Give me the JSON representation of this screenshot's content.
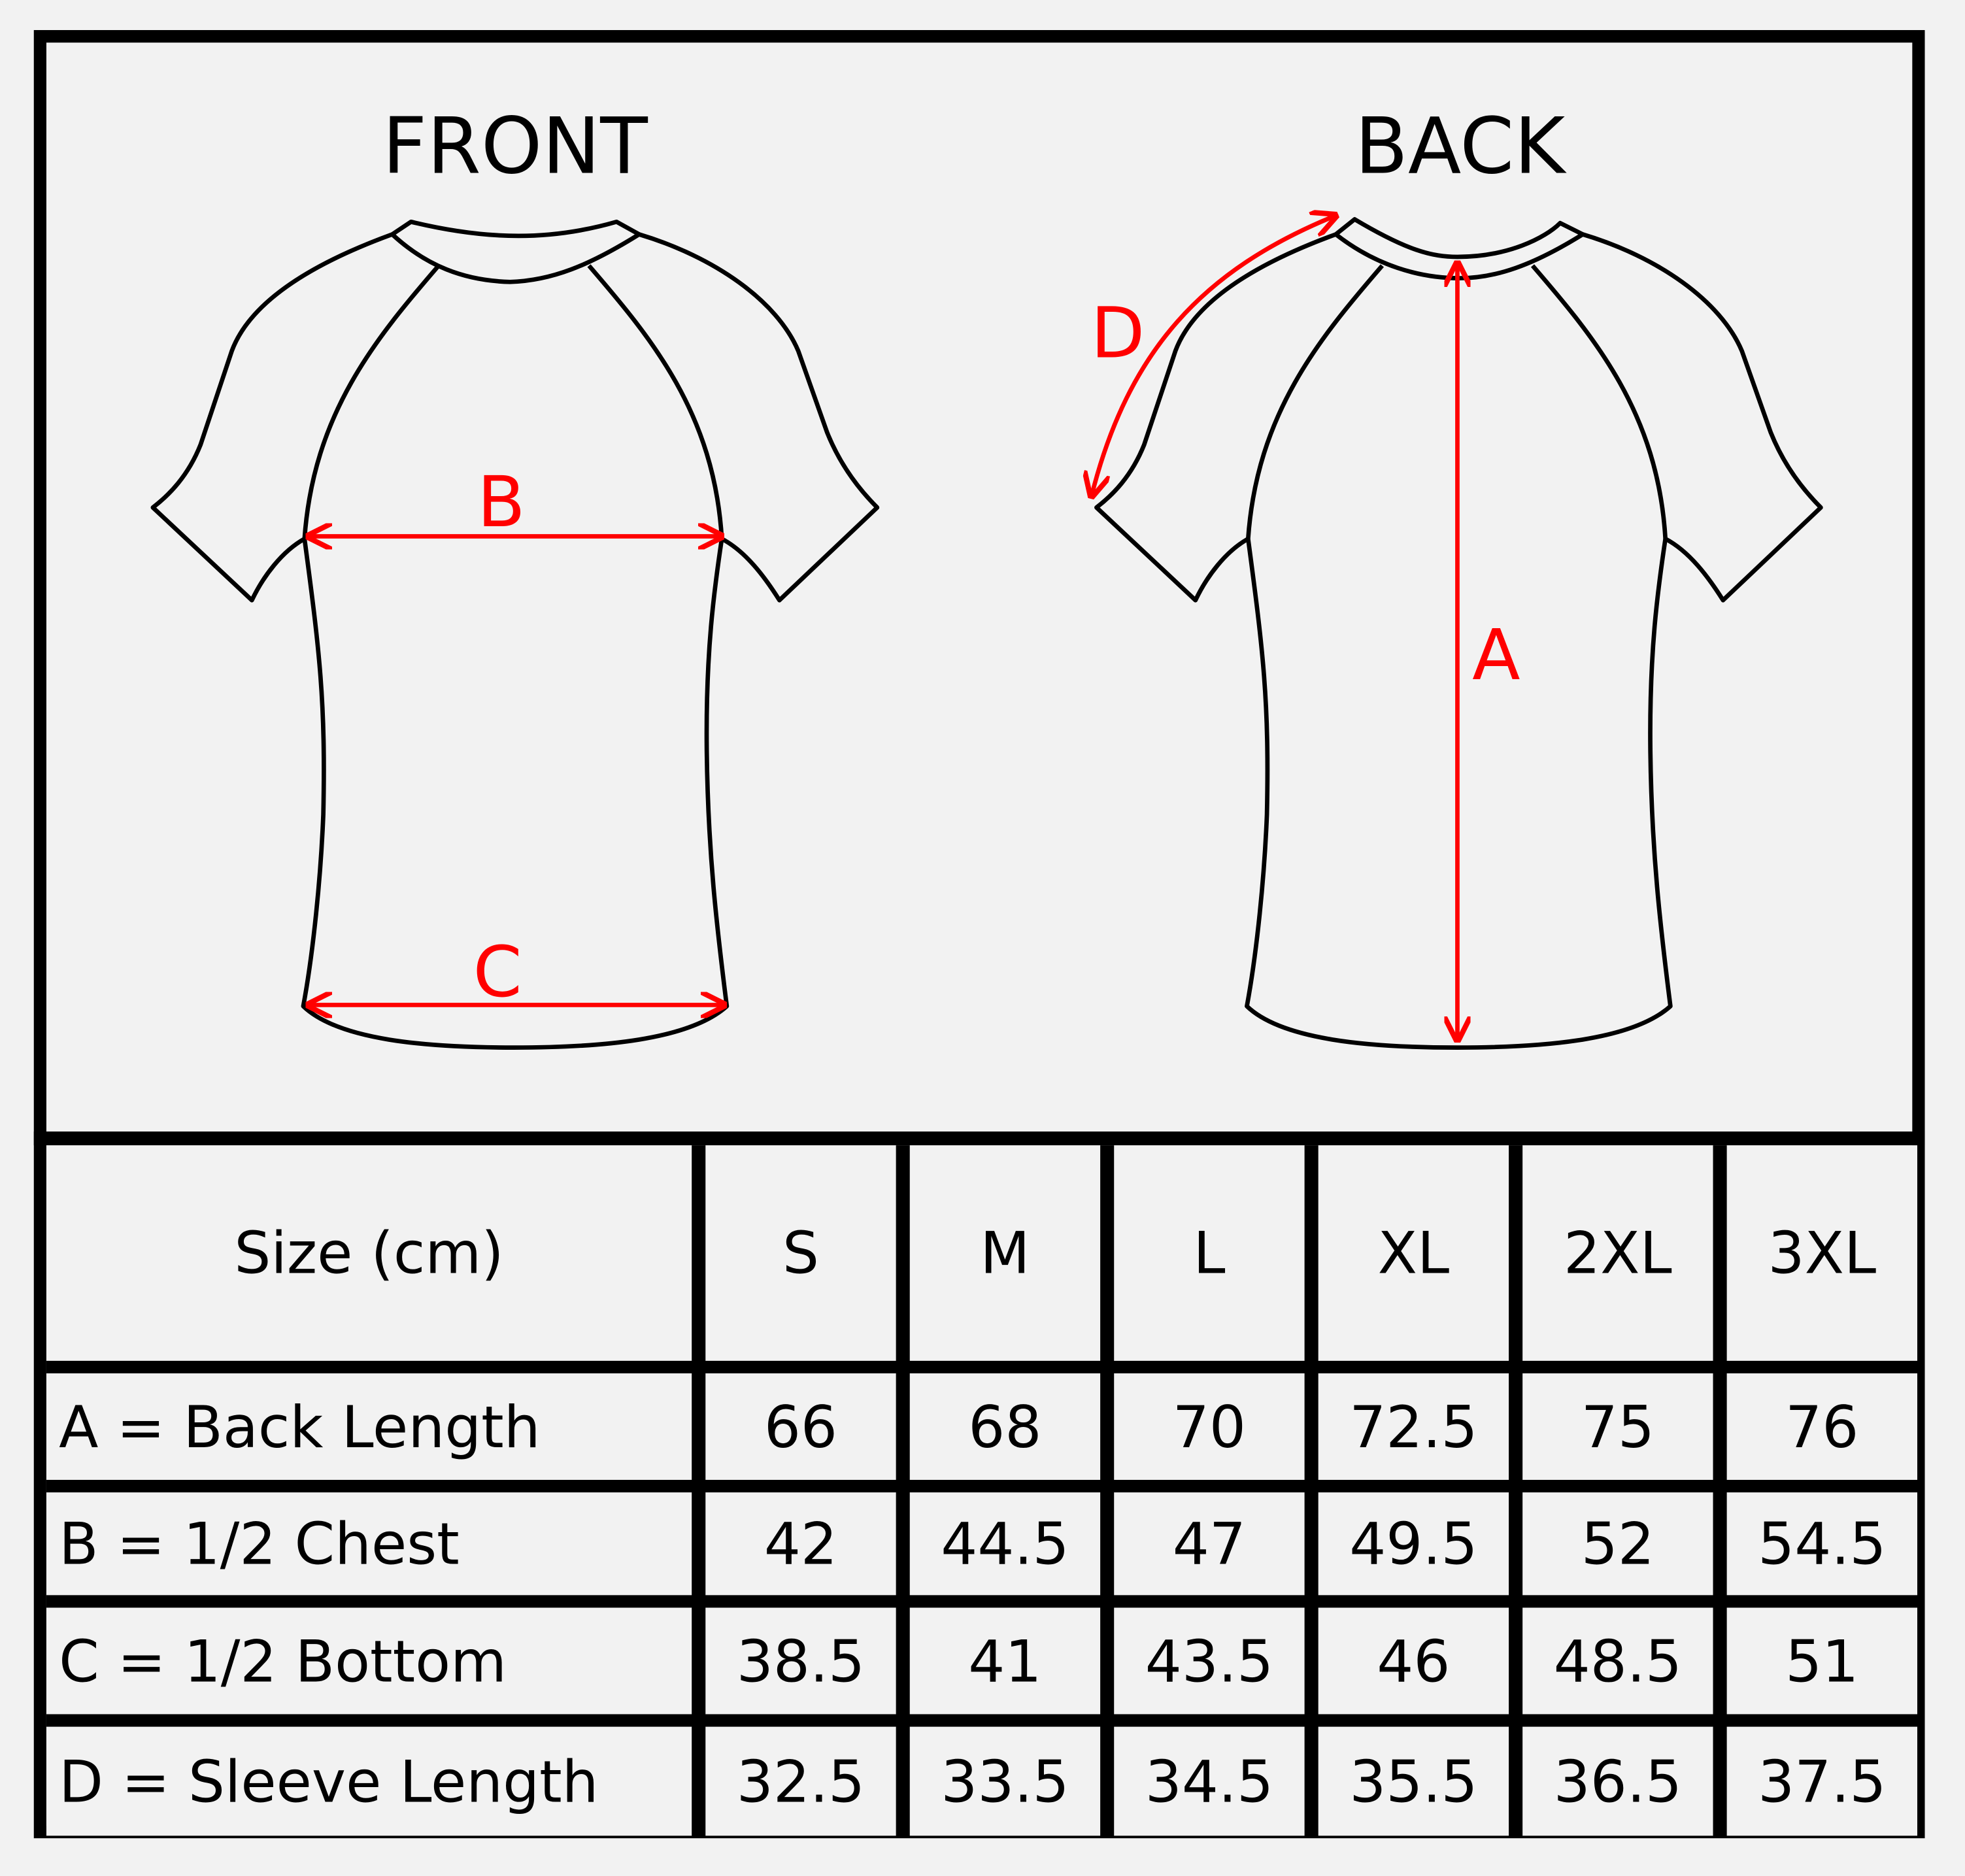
{
  "views": {
    "front": "FRONT",
    "back": "BACK"
  },
  "markers": {
    "a": "A",
    "b": "B",
    "c": "C",
    "d": "D"
  },
  "colors": {
    "arrow": "#ff0000",
    "line": "#000000",
    "background": "#f2f2f2"
  },
  "table": {
    "header": {
      "label": "Size (cm)",
      "sizes": [
        "S",
        "M",
        "L",
        "XL",
        "2XL",
        "3XL"
      ]
    },
    "rows": [
      {
        "label": "A = Back Length",
        "values": [
          "66",
          "68",
          "70",
          "72.5",
          "75",
          "76"
        ]
      },
      {
        "label": "B = 1/2 Chest",
        "values": [
          "42",
          "44.5",
          "47",
          "49.5",
          "52",
          "54.5"
        ]
      },
      {
        "label": "C = 1/2 Bottom",
        "values": [
          "38.5",
          "41",
          "43.5",
          "46",
          "48.5",
          "51"
        ]
      },
      {
        "label": "D = Sleeve Length",
        "values": [
          "32.5",
          "33.5",
          "34.5",
          "35.5",
          "36.5",
          "37.5"
        ]
      }
    ]
  }
}
